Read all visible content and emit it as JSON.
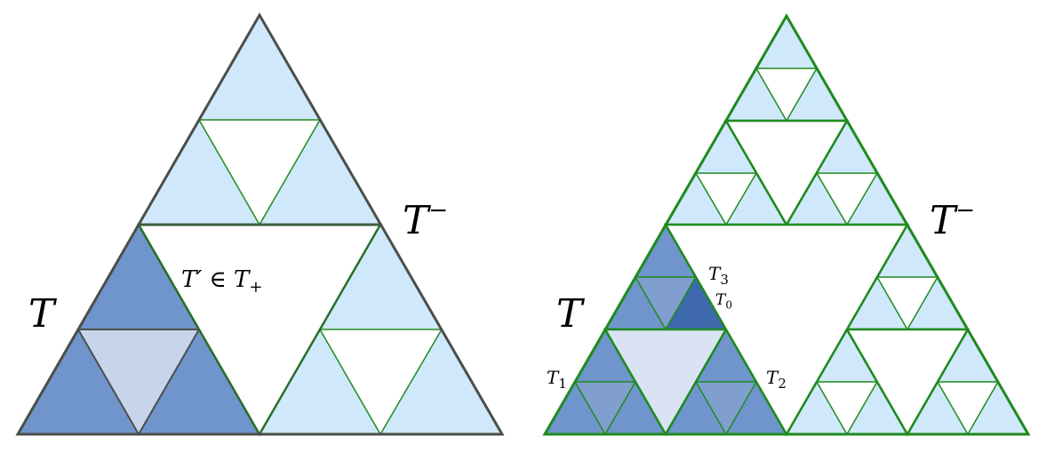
{
  "figure": {
    "left_panel": {
      "description": "Sierpinski gasket at level 2 with highlighted cell T",
      "labels": {
        "T": {
          "text": "T"
        },
        "T_minus": {
          "base": "T",
          "sup": "−"
        },
        "T_prime_in_T_plus": {
          "base": "T′ ∈ T",
          "sub": "+"
        }
      }
    },
    "right_panel": {
      "description": "Sierpinski gasket at level 3 with highlighted cell T and sub-cells",
      "labels": {
        "T": {
          "text": "T"
        },
        "T_minus": {
          "base": "T",
          "sup": "−"
        },
        "T0": {
          "base": "T",
          "sub": "0"
        },
        "T1": {
          "base": "T",
          "sub": "1"
        },
        "T2": {
          "base": "T",
          "sub": "2"
        },
        "T3": {
          "base": "T",
          "sub": "3"
        }
      }
    },
    "colors": {
      "light_blue": "#d0e8fb",
      "medium_blue": "#6f95cc",
      "sub_blue": "#809fcf",
      "dark_blue": "#3f69ad",
      "lavender": "#c8d4ec",
      "pale_center": "#dae3f3",
      "green_line": "#1f8a1f",
      "dark_green": "#2a6e2a",
      "outline_gray": "#4a4f4a"
    }
  }
}
